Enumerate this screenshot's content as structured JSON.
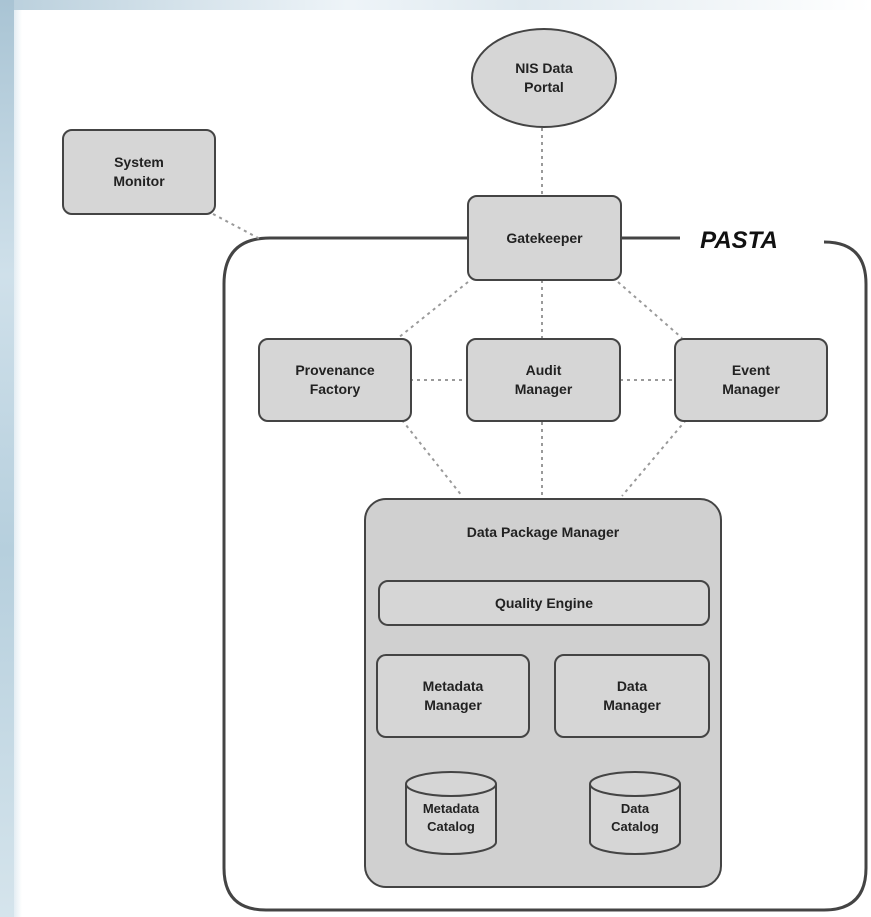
{
  "diagram": {
    "nis_portal": "NIS Data\nPortal",
    "system_monitor": "System\nMonitor",
    "gatekeeper": "Gatekeeper",
    "pasta": "PASTA",
    "provenance_factory": "Provenance\nFactory",
    "audit_manager": "Audit\nManager",
    "event_manager": "Event\nManager",
    "data_package_manager": "Data Package Manager",
    "quality_engine": "Quality Engine",
    "metadata_manager": "Metadata\nManager",
    "data_manager": "Data\nManager",
    "metadata_catalog": "Metadata\nCatalog",
    "data_catalog": "Data\nCatalog"
  },
  "colors": {
    "node_fill": "#d6d6d6",
    "node_border": "#444444",
    "connector": "#9a9a9a"
  }
}
